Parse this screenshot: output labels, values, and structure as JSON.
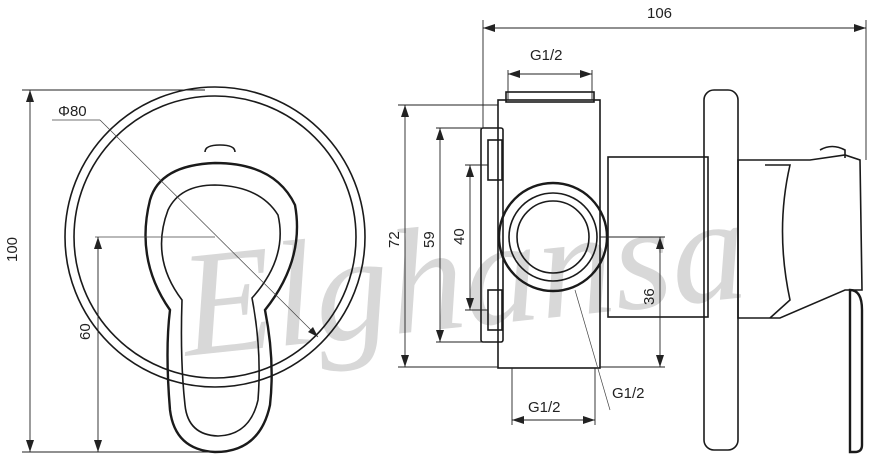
{
  "watermark": {
    "text": "Elghansa"
  },
  "dimensions": {
    "total_width": "106",
    "inlet_top": "G1/2",
    "outlet_bottom_left": "G1/2",
    "outlet_bottom_right": "G1/2",
    "height_72": "72",
    "height_59": "59",
    "height_40": "40",
    "height_36": "36",
    "total_height": "100",
    "lever_height": "60",
    "diameter": "Φ80"
  }
}
